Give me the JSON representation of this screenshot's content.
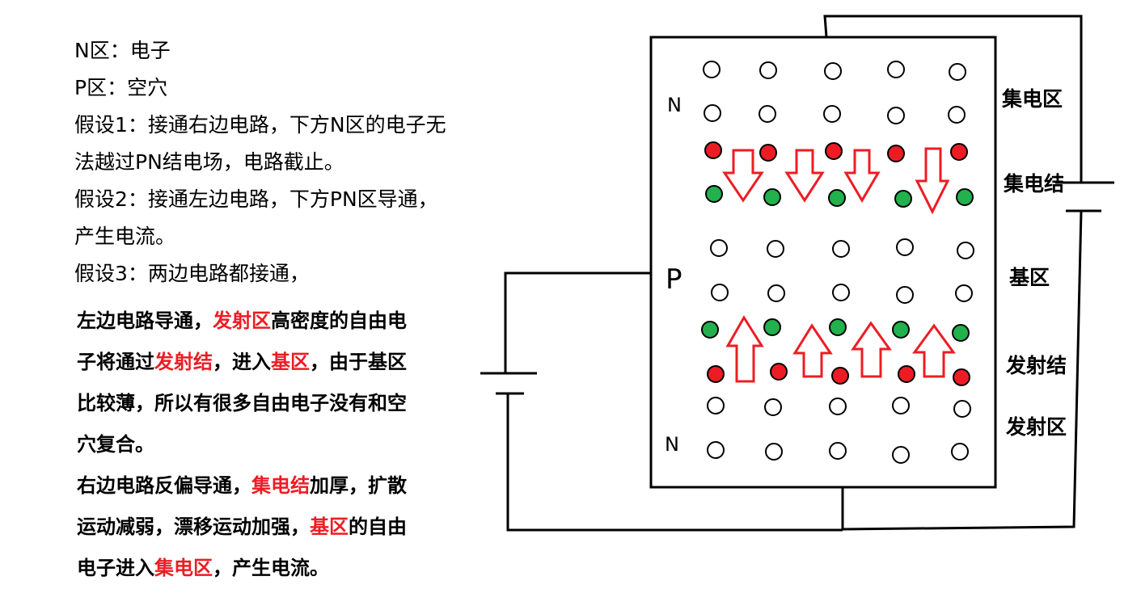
{
  "notes": {
    "line1": "N区：电子",
    "line2": "P区：空穴",
    "line3": "假设1：接通右边电路，下方N区的电子无",
    "line4": "法越过PN结电场，电路截止。",
    "line5": "假设2：接通左边电路，下方PN区导通，",
    "line6": "产生电流。",
    "line7": "假设3：两边电路都接通，"
  },
  "explain": {
    "p1": [
      "左边电路导通，",
      "发射区",
      "高密度的自由电"
    ],
    "p2": [
      "子将通过",
      "发射结",
      "，进入",
      "基区",
      "，由于基区"
    ],
    "p3": "比较薄，所以有很多自由电子没有和空",
    "p4": "穴复合。",
    "p5": [
      "右边电路反偏导通，",
      "集电结",
      "加厚，扩散"
    ],
    "p6": [
      "运动减弱，漂移运动加强，",
      "基区",
      "的自由"
    ],
    "p7": [
      "电子进入",
      "集电区",
      "，产生电流。"
    ]
  },
  "regions": {
    "n_top": "N",
    "p_mid": "P",
    "n_bottom": "N"
  },
  "labels": {
    "collector_region": "集电区",
    "collector_junction": "集电结",
    "base_region": "基区",
    "emitter_junction": "发射结",
    "emitter_region": "发射区"
  },
  "colors": {
    "red_particle": "#ed1c24",
    "green_particle": "#22b14c",
    "arrow": "#ed1c24",
    "highlight_text": "#ed1c24"
  }
}
